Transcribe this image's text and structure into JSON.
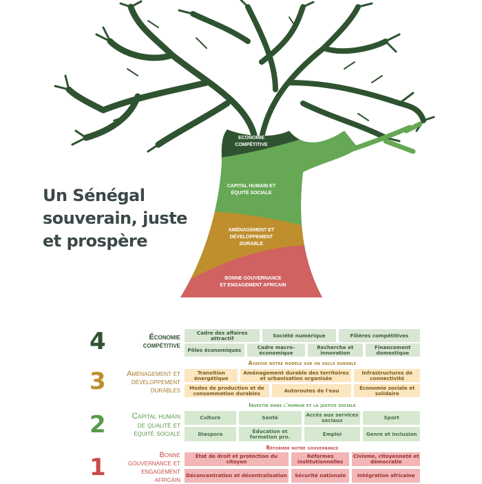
{
  "title": [
    "Un Sénégal",
    "souverain, juste",
    "et prospère"
  ],
  "tree": {
    "economie": [
      "ECONOMIE",
      "COMPÉTITIVE"
    ],
    "capital": [
      "CAPITAL HUMAIN ET",
      "ÉQUITÉ SOCIALE"
    ],
    "amenagement": [
      "AMÉNAGEMENT ET",
      "DÉVELOPPEMENT",
      "DURABLE"
    ],
    "gouvernance": [
      "BONNE GOUVERNANCE",
      "ET ENGAGEMENT AFRICAIN"
    ]
  },
  "colors": {
    "dark_green": "#2f5331",
    "light_green": "#66a855",
    "ochre": "#bf8f2e",
    "red": "#d06262",
    "title": "#3c4848"
  },
  "sections": {
    "s4": {
      "number": "4",
      "label": [
        "Économie",
        "compétitive"
      ],
      "row1": [
        "Cadre des affaires attractif",
        "Société numérique",
        "Filières compétitives"
      ],
      "row2": [
        "Pôles économiques",
        "Cadre macro-économique",
        "Recherche et innovation",
        "Financement domestique"
      ]
    },
    "h3": "Asseoir notre modèle sur un socle durable",
    "s3": {
      "number": "3",
      "label": [
        "Aménagement et",
        "développement",
        "durables"
      ],
      "row1": [
        "Transition énergétique",
        "Aménagement durable des territoires et urbanisation organisée",
        "Infrastructures de connectivité"
      ],
      "row2": [
        "Modes de production et de consommation durables",
        "Autoroutes de l'eau",
        "Économie sociale et solidaire"
      ]
    },
    "h2": "Investir dans l'humain et la justice sociale",
    "s2": {
      "number": "2",
      "label": [
        "Capital humain",
        "de qualité et",
        "équité sociale"
      ],
      "row1": [
        "Culture",
        "Santé",
        "Accès aux services sociaux",
        "Sport"
      ],
      "row2": [
        "Diaspora",
        "Éducation et formation pro.",
        "Emploi",
        "Genre et inclusion"
      ]
    },
    "h1": "Réformer notre gouvernance",
    "s1": {
      "number": "1",
      "label": [
        "Bonne",
        "gouvernance et",
        "engagement",
        "africain"
      ],
      "row1": [
        "État de droit et protection du citoyen",
        "Réformes institutionnelles",
        "Civisme, citoyenneté et démocratie"
      ],
      "row2": [
        "Déconcentration et décentralisation",
        "Sécurité nationale",
        "Intégration africaine"
      ]
    }
  }
}
